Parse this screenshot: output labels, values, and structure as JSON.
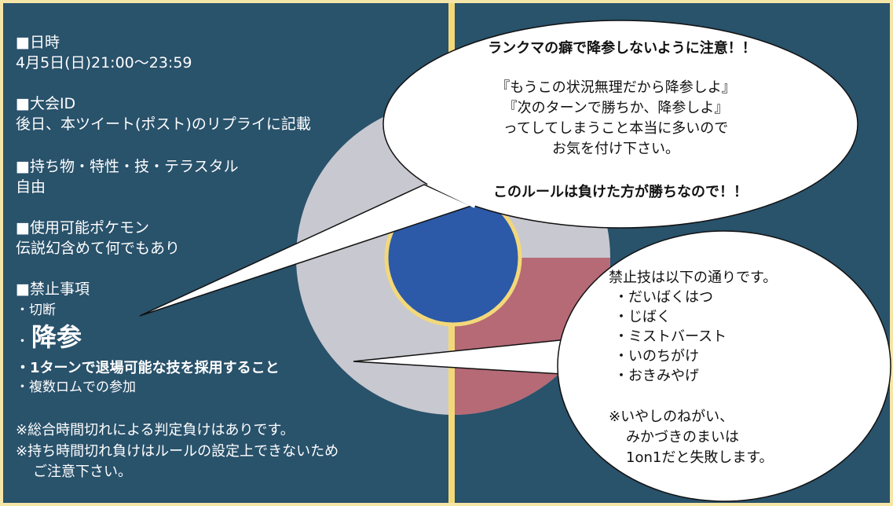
{
  "colors": {
    "panel_bg": "#29526b",
    "frame_gold": "#f3d879",
    "ball_top": "#c8c8d0",
    "ball_bottom_right": "#b56a76",
    "ball_center": "#2c5aa8",
    "bubble_fill": "#ffffff",
    "text_light": "#ffffff",
    "text_dark": "#111111"
  },
  "left": {
    "datetime_heading": "■日時",
    "datetime_value": "4月5日(日)21:00～23:59",
    "id_heading": "■大会ID",
    "id_value": "後日、本ツイート(ポスト)のリプライに記載",
    "items_heading": "■持ち物・特性・技・テラスタル",
    "items_value": "自由",
    "pokemon_heading": "■使用可能ポケモン",
    "pokemon_value": "伝説幻含めて何でもあり",
    "ban_heading": "■禁止事項",
    "ban_1": "・切断",
    "ban_2_dot": "・",
    "ban_2": "降参",
    "ban_3": "・1ターンで退場可能な技を採用すること",
    "ban_4": "・複数ロムでの参加",
    "note_1": "※総合時間切れによる判定負けはありです。",
    "note_2": "※持ち時間切れ負けはルールの設定上できないため",
    "note_3": "ご注意下さい。"
  },
  "bubble_top": {
    "headline": "ランクマの癖で降参しないように注意！！",
    "line_1": "『もうこの状況無理だから降参しよ』",
    "line_2": "『次のターンで勝ちか、降参しよ』",
    "line_3": "ってしてしまうこと本当に多いので",
    "line_4": "お気を付け下さい。",
    "closing": "このルールは負けた方が勝ちなので！！"
  },
  "bubble_right": {
    "intro": "禁止技は以下の通りです。",
    "moves": [
      "・だいばくはつ",
      "・じばく",
      "・ミストバースト",
      "・いのちがけ",
      "・おきみやげ"
    ],
    "note_1": "※いやしのねがい、",
    "note_2": "みかづきのまいは",
    "note_3": "1on1だと失敗します。"
  }
}
